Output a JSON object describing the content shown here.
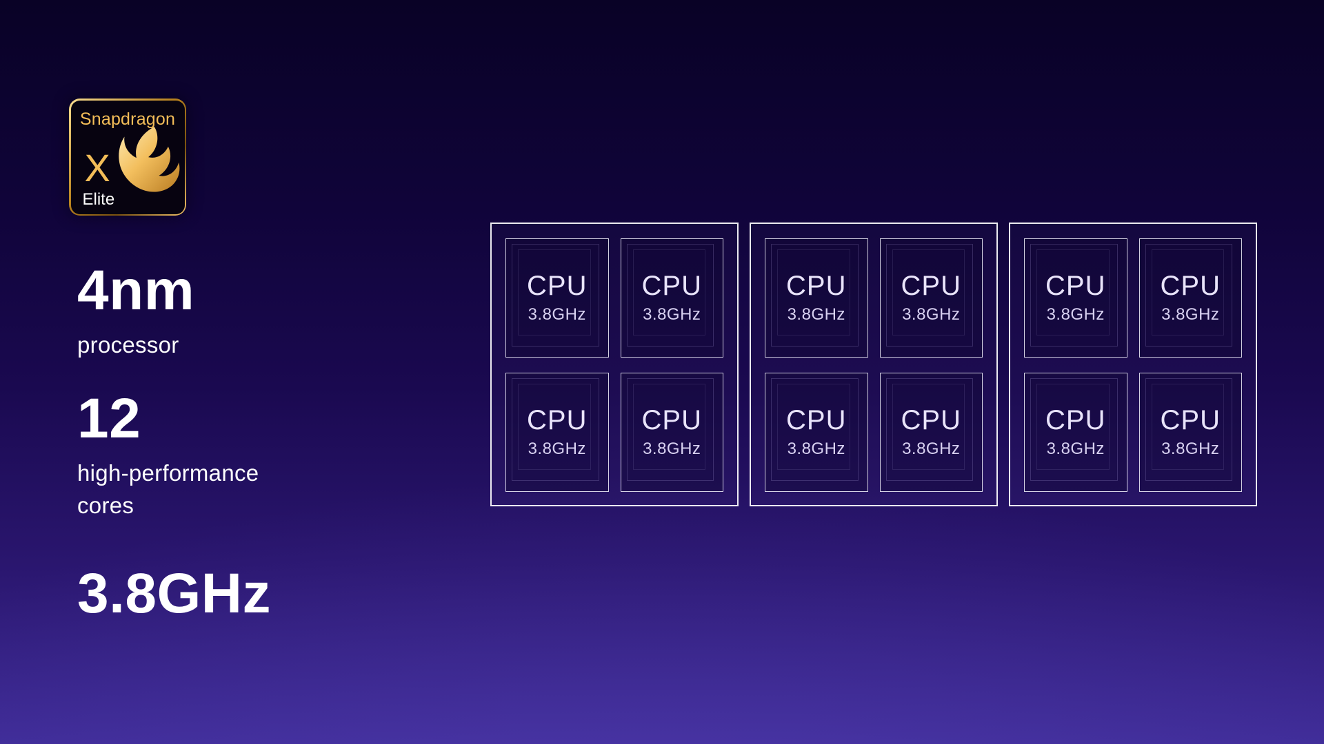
{
  "logo": {
    "brand": "Snapdragon",
    "series": "X",
    "tier": "Elite"
  },
  "specs": [
    {
      "value": "4nm",
      "label_lines": [
        "processor"
      ]
    },
    {
      "value": "12",
      "label_lines": [
        "high-performance",
        "cores"
      ]
    },
    {
      "value": "3.8GHz",
      "label_lines": []
    }
  ],
  "cpu": {
    "clusters": [
      {
        "cores": [
          {
            "label": "CPU",
            "clock": "3.8GHz"
          },
          {
            "label": "CPU",
            "clock": "3.8GHz"
          },
          {
            "label": "CPU",
            "clock": "3.8GHz"
          },
          {
            "label": "CPU",
            "clock": "3.8GHz"
          }
        ]
      },
      {
        "cores": [
          {
            "label": "CPU",
            "clock": "3.8GHz"
          },
          {
            "label": "CPU",
            "clock": "3.8GHz"
          },
          {
            "label": "CPU",
            "clock": "3.8GHz"
          },
          {
            "label": "CPU",
            "clock": "3.8GHz"
          }
        ]
      },
      {
        "cores": [
          {
            "label": "CPU",
            "clock": "3.8GHz"
          },
          {
            "label": "CPU",
            "clock": "3.8GHz"
          },
          {
            "label": "CPU",
            "clock": "3.8GHz"
          },
          {
            "label": "CPU",
            "clock": "3.8GHz"
          }
        ]
      }
    ]
  },
  "colors": {
    "gold": "#f3bd58",
    "core_text": "#e9e4fb",
    "clock_text": "#d8d1f1",
    "background_top": "#090226",
    "background_bottom": "#3e2b96"
  }
}
